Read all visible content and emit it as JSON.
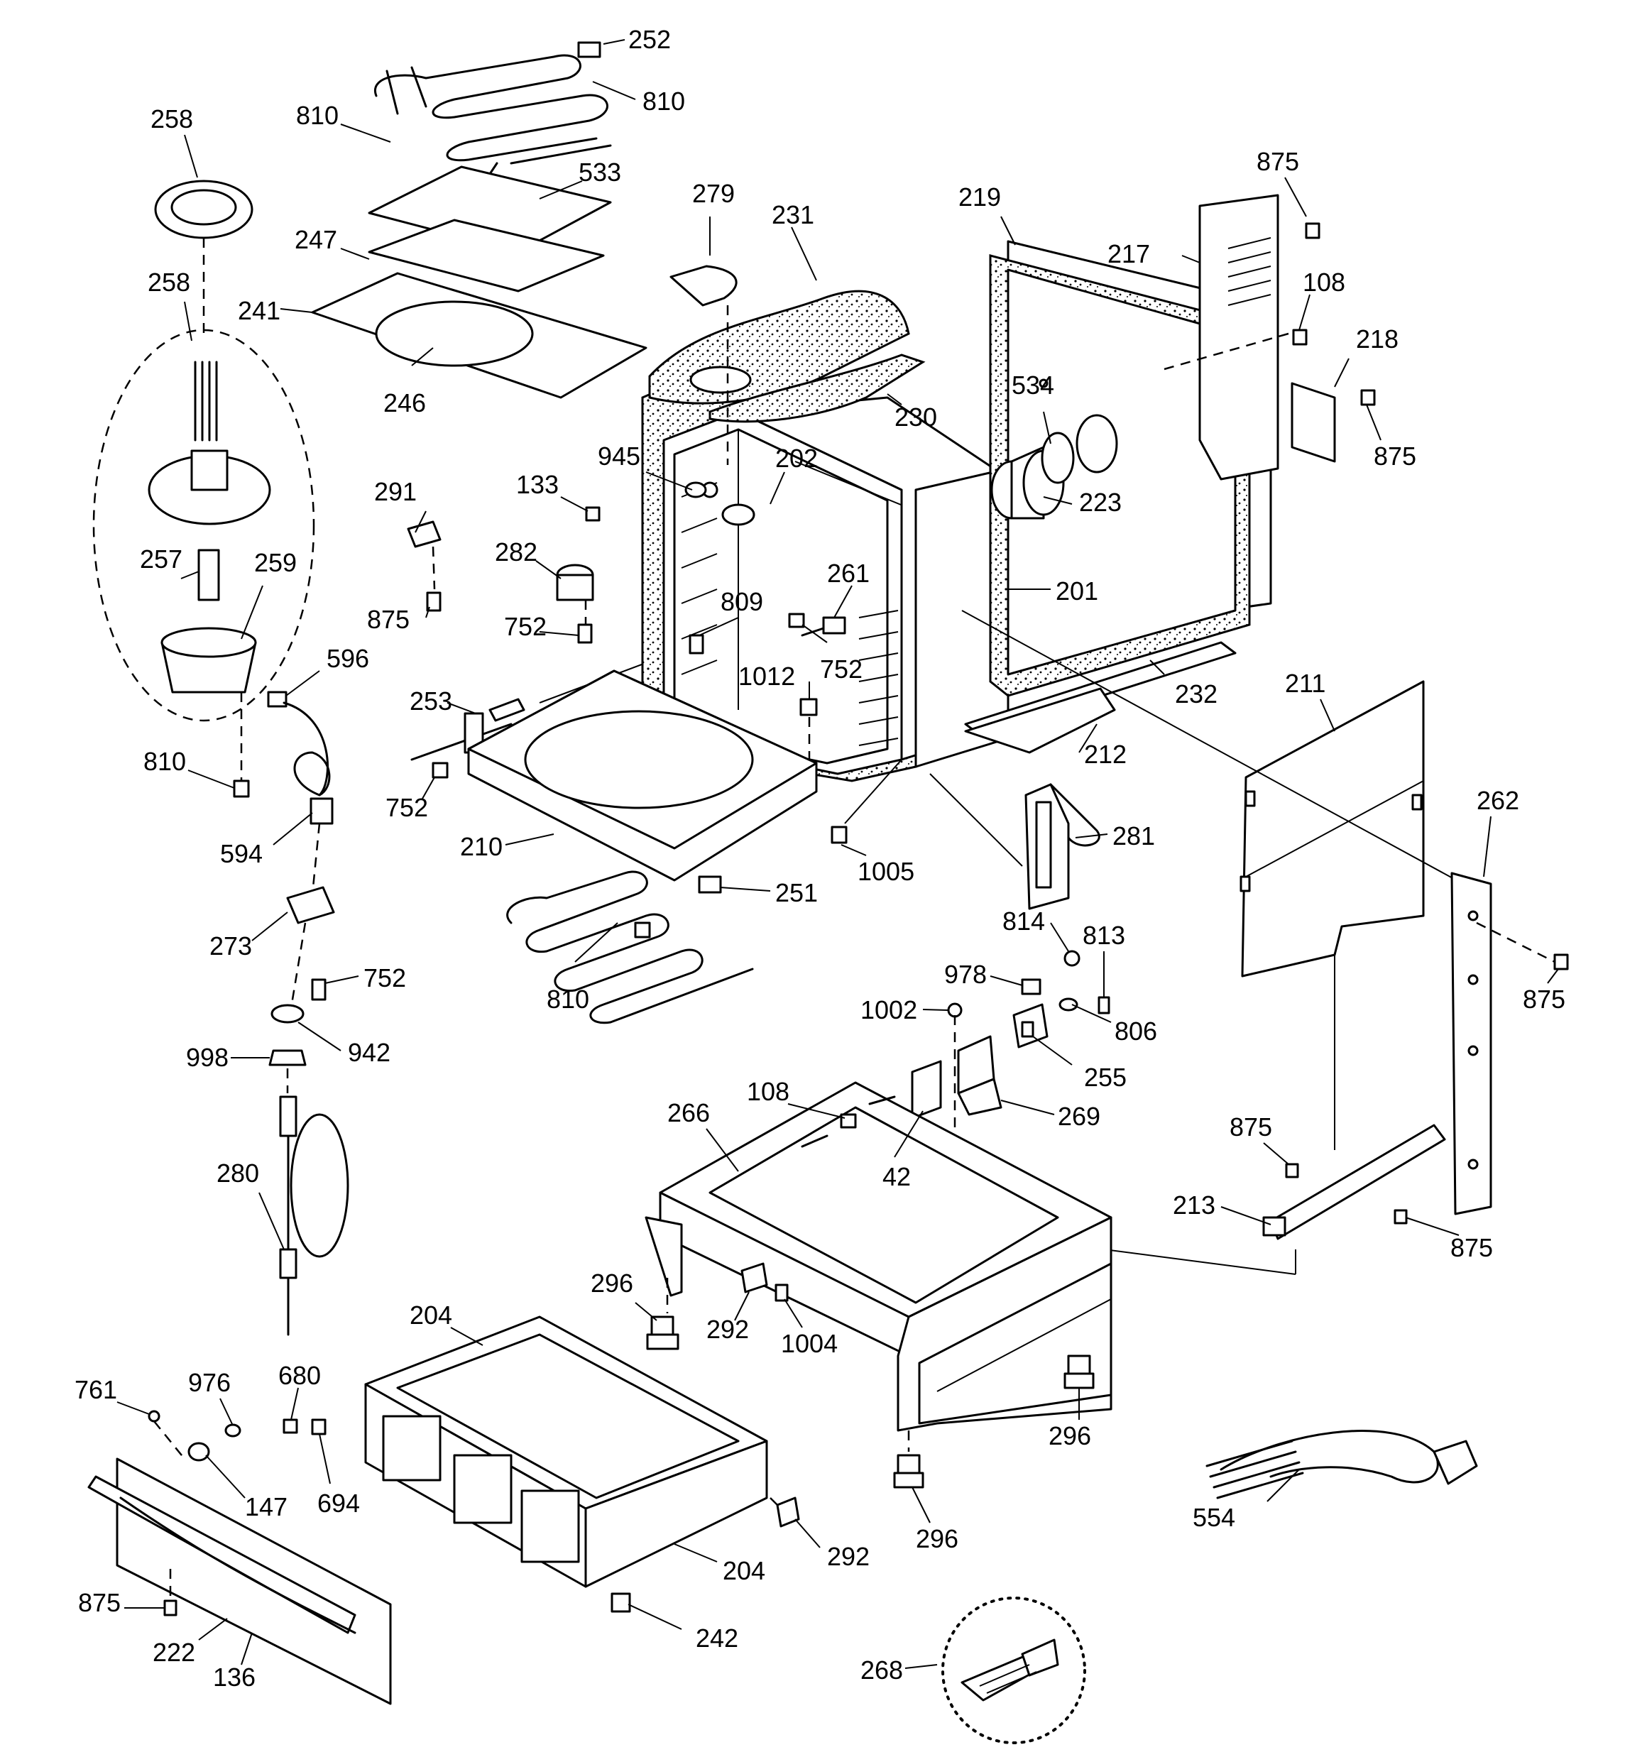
{
  "diagram": {
    "callouts": [
      "252",
      "810",
      "258",
      "533",
      "810",
      "279",
      "231",
      "219",
      "875",
      "217",
      "108",
      "218",
      "875",
      "247",
      "241",
      "534",
      "223",
      "246",
      "230",
      "258",
      "945",
      "202",
      "133",
      "291",
      "282",
      "261",
      "201",
      "257",
      "259",
      "875",
      "752",
      "809",
      "752",
      "1012",
      "232",
      "596",
      "253",
      "211",
      "212",
      "262",
      "810",
      "752",
      "281",
      "594",
      "210",
      "1005",
      "251",
      "814",
      "273",
      "978",
      "813",
      "752",
      "1002",
      "806",
      "875",
      "942",
      "998",
      "255",
      "810",
      "108",
      "269",
      "266",
      "42",
      "875",
      "213",
      "280",
      "875",
      "296",
      "292",
      "1004",
      "204",
      "761",
      "976",
      "680",
      "296",
      "147",
      "694",
      "554",
      "296",
      "292",
      "204",
      "875",
      "242",
      "222",
      "136",
      "268"
    ]
  }
}
